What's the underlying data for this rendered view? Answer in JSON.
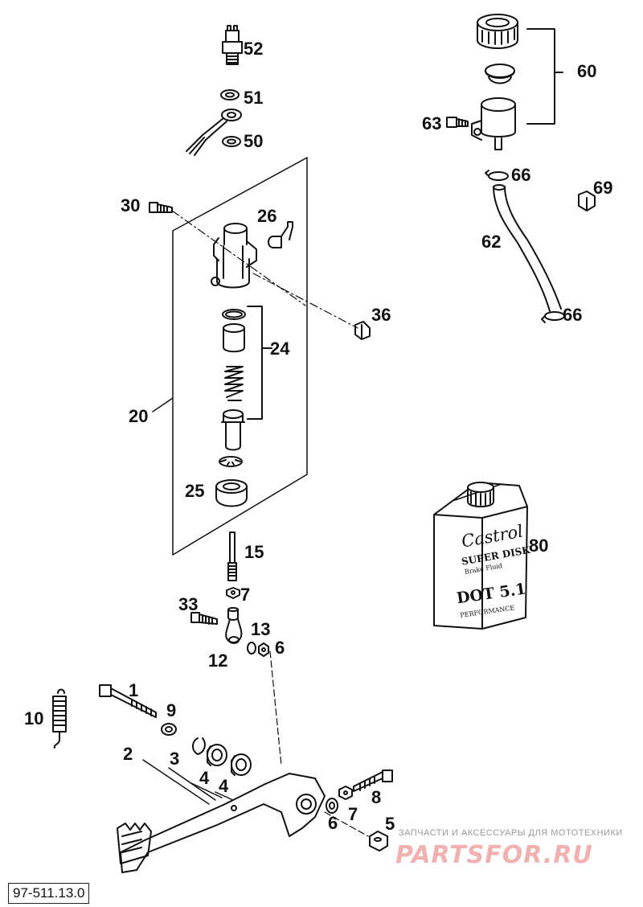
{
  "diagram": {
    "reference_code": "97-511.13.0",
    "callouts": {
      "n52": "52",
      "n51": "51",
      "n50": "50",
      "n60": "60",
      "n63": "63",
      "n66a": "66",
      "n69": "69",
      "n62": "62",
      "n66b": "66",
      "n30": "30",
      "n26": "26",
      "n36": "36",
      "n24": "24",
      "n20": "20",
      "n25": "25",
      "n80": "80",
      "n15": "15",
      "n33": "33",
      "n7a": "7",
      "n13": "13",
      "n6a": "6",
      "n12": "12",
      "n1": "1",
      "n9": "9",
      "n10": "10",
      "n2": "2",
      "n3": "3",
      "n4a": "4",
      "n4b": "4",
      "n8": "8",
      "n7b": "7",
      "n6b": "6",
      "n5": "5"
    },
    "bottle": {
      "brand": "Castrol",
      "line1": "SUPER DISK",
      "line2": "Brake Fluid",
      "grade": "DOT 5.1",
      "tag": "PERFORMANCE"
    }
  },
  "watermark": {
    "caption": "ЗАПЧАСТИ И АКСЕССУАРЫ ДЛЯ МОТОТЕХНИКИ",
    "brand": "PARTSFOR.RU"
  }
}
